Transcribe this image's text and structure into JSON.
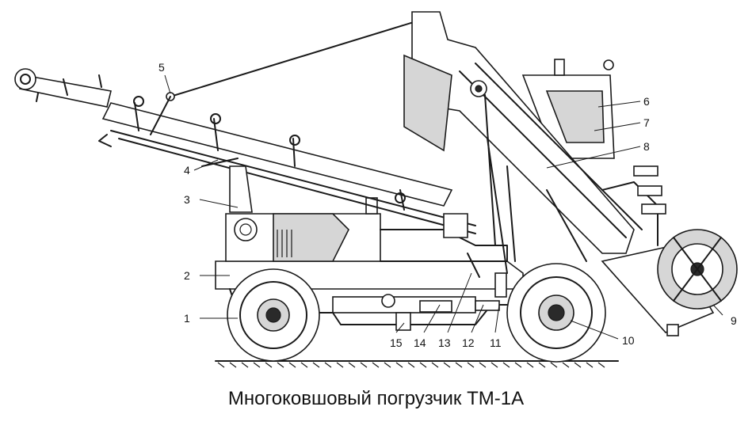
{
  "caption": "Многоковшовый погрузчик ТМ-1А",
  "callouts": [
    {
      "id": "1",
      "label": "1"
    },
    {
      "id": "2",
      "label": "2"
    },
    {
      "id": "3",
      "label": "3"
    },
    {
      "id": "4",
      "label": "4"
    },
    {
      "id": "5",
      "label": "5"
    },
    {
      "id": "6",
      "label": "6"
    },
    {
      "id": "7",
      "label": "7"
    },
    {
      "id": "8",
      "label": "8"
    },
    {
      "id": "9",
      "label": "9"
    },
    {
      "id": "10",
      "label": "10"
    },
    {
      "id": "11",
      "label": "11"
    },
    {
      "id": "12",
      "label": "12"
    },
    {
      "id": "13",
      "label": "13"
    },
    {
      "id": "14",
      "label": "14"
    },
    {
      "id": "15",
      "label": "15"
    }
  ],
  "colors": {
    "ink": "#1a1a1a",
    "shade": "#d6d6d6",
    "background": "#ffffff"
  }
}
